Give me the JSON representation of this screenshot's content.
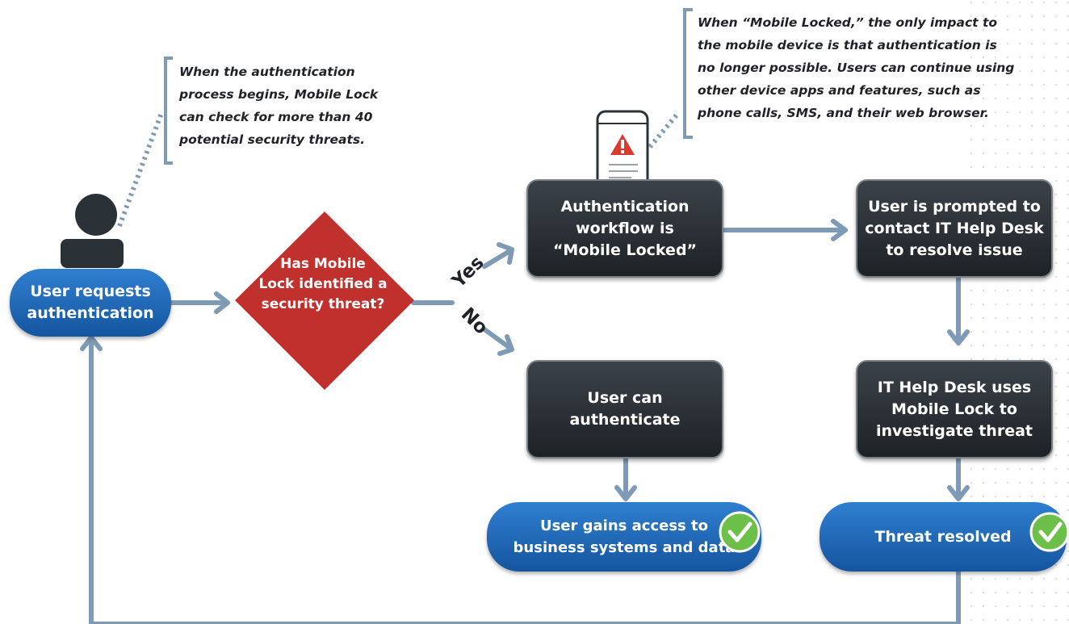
{
  "notes": {
    "start_note": "When the authentication\nprocess begins, Mobile Lock\ncan check for more than 40\npotential security threats.",
    "lock_note": "When “Mobile Locked,” the only impact to\nthe mobile device is that authentication is\nno longer possible. Users can continue using\nother device apps and features, such as\nphone calls, SMS, and their web browser."
  },
  "nodes": {
    "start": "User requests\nauthentication",
    "decision": "Has Mobile\nLock identified a\nsecurity threat?",
    "locked": "Authentication\nworkflow is\n“Mobile Locked”",
    "can_auth": "User can\nauthenticate",
    "access": "User gains access to\nbusiness systems and data",
    "prompted": "User is prompted to\ncontact IT Help Desk\nto resolve issue",
    "helpdesk": "IT Help Desk uses\nMobile Lock to\ninvestigate threat",
    "resolved": "Threat resolved"
  },
  "branches": {
    "yes": "Yes",
    "no": "No"
  },
  "icons": {
    "user": "user-silhouette-icon",
    "phone": "phone-warning-icon",
    "check": "checkmark-icon",
    "warning": "warning-triangle-icon"
  },
  "colors": {
    "arrow": "#7f9ab4",
    "decision": "#c0302d",
    "check": "#6cc04a",
    "warning": "#d93b30"
  }
}
